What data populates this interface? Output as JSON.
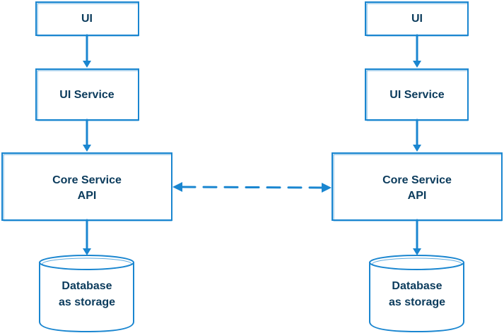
{
  "colors": {
    "stroke": "#1a86d0",
    "text": "#0b3b5c",
    "background": "#ffffff"
  },
  "left": {
    "ui": "UI",
    "ui_service": "UI Service",
    "core_line1": "Core Service",
    "core_line2": "API",
    "db_line1": "Database",
    "db_line2": "as storage"
  },
  "right": {
    "ui": "UI",
    "ui_service": "UI Service",
    "core_line1": "Core Service",
    "core_line2": "API",
    "db_line1": "Database",
    "db_line2": "as storage"
  }
}
